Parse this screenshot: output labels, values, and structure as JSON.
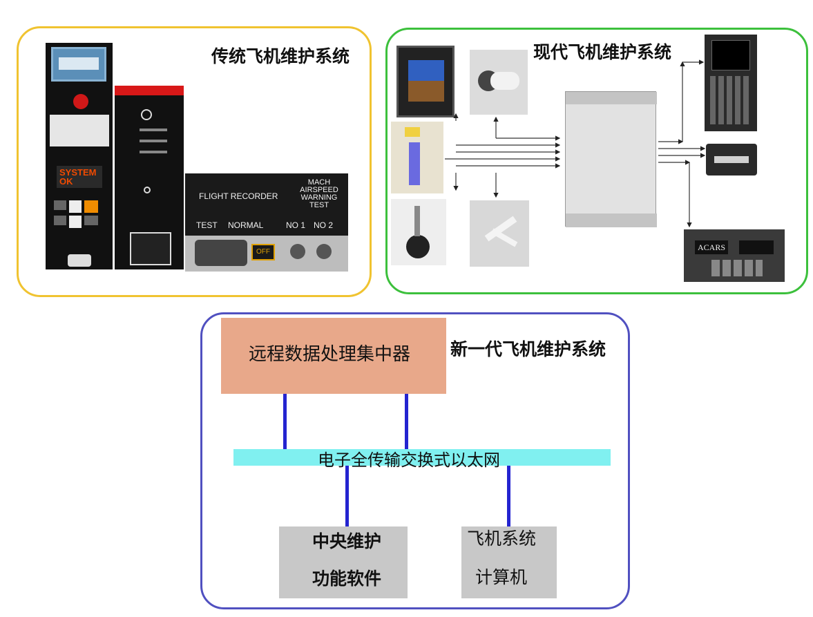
{
  "traditional": {
    "title": "传统飞机维护系统",
    "system_ok": "SYSTEM\nOK",
    "flight_recorder": "FLIGHT RECORDER",
    "test": "TEST",
    "normal": "NORMAL",
    "mach_airspeed": "MACH\nAIRSPEED\nWARNING\nTEST",
    "no1": "NO 1",
    "no2": "NO 2",
    "off": "OFF"
  },
  "modern": {
    "title": "现代飞机维护系统",
    "acars": "ACARS"
  },
  "next_gen": {
    "title": "新一代飞机维护系统",
    "concentrator": "远程数据处理集中器",
    "network": "电子全传输交换式以太网",
    "cmf_line1": "中央维护",
    "cmf_line2": "功能软件",
    "asc_line1": "飞机系统",
    "asc_line2": "计算机"
  },
  "colors": {
    "traditional_frame": "#f0c330",
    "modern_frame": "#3cc03c",
    "next_gen_frame": "#5050c0",
    "concentrator_fill": "#e8a88a",
    "network_fill": "#80f0f0",
    "link_color": "#2424d0",
    "box_fill": "#c8c8c8"
  }
}
